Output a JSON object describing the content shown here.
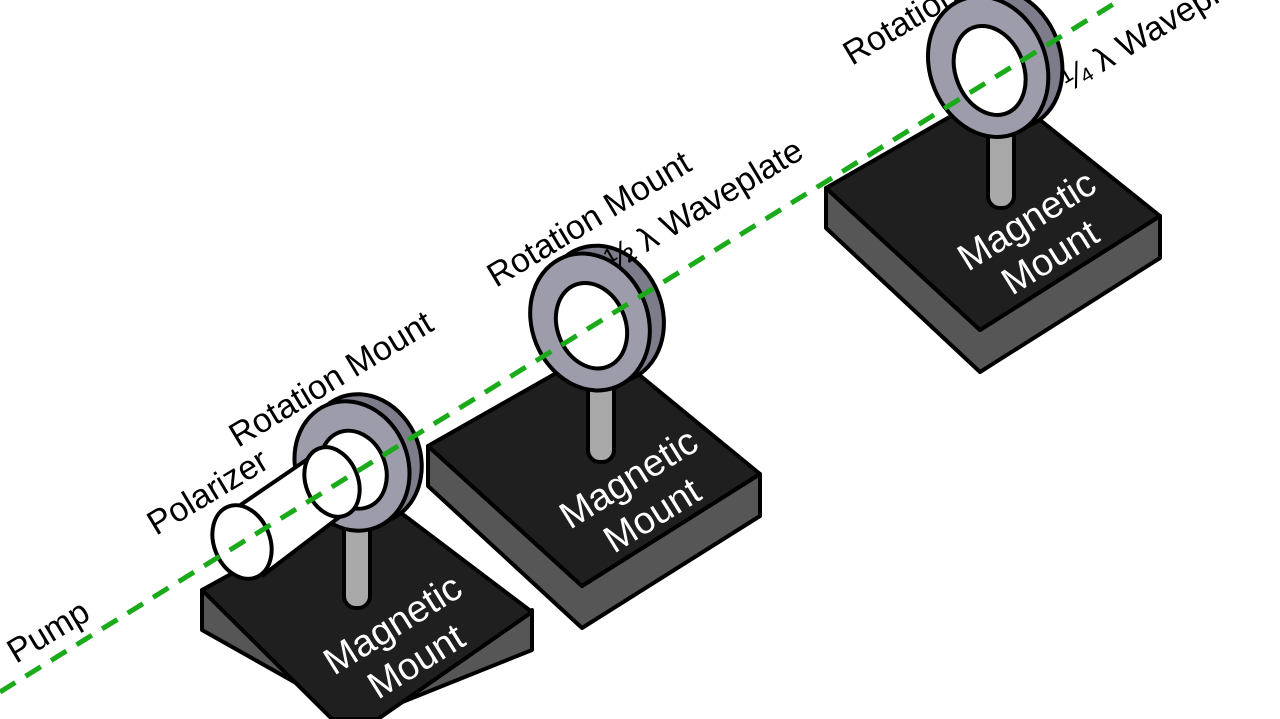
{
  "colors": {
    "beam": "#1aaa1a",
    "mount_top": "#1f1f1f",
    "mount_side": "#565656",
    "ring": "#9c9caa",
    "post": "#a8a8a8",
    "polarizer": "#ffffff"
  },
  "beam": {
    "label": "Pump"
  },
  "stations": [
    {
      "optic_label": "Polarizer",
      "rotation_label": "Rotation Mount",
      "mount_label_line1": "Magnetic",
      "mount_label_line2": "Mount"
    },
    {
      "optic_label": "½ λ Waveplate",
      "rotation_label": "Rotation Mount",
      "mount_label_line1": "Magnetic",
      "mount_label_line2": "Mount"
    },
    {
      "optic_label": "¼ λ Waveplate",
      "rotation_label": "Rotation Mount",
      "mount_label_line1": "Magnetic",
      "mount_label_line2": "Mount"
    }
  ]
}
